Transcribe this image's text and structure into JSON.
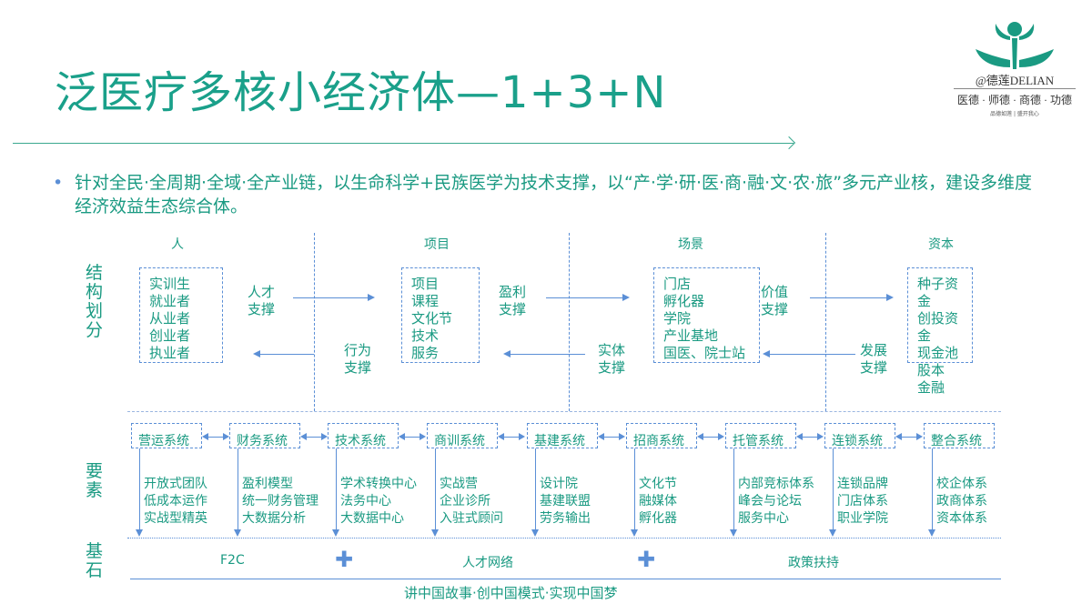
{
  "title": "泛医疗多核小经济体—1+3+N",
  "logo": {
    "brand": "@德莲DELIAN",
    "motto": "医德 · 师德 · 商德 · 功德",
    "sub": "品德如莲 | 盛开我心"
  },
  "bullet": "针对全民·全周期·全域·全产业链，以生命科学+民族医学为技术支撑，以“产·学·研·医·商·融·文·农·旅”多元产业核，建设多维度经济效益生态综合体。",
  "side_labels": {
    "structure": "结构划分",
    "elements": "要素",
    "foundation": "基石"
  },
  "columns": [
    {
      "header": "人",
      "items": [
        "实训生",
        "就业者",
        "从业者",
        "创业者",
        "执业者"
      ]
    },
    {
      "header": "项目",
      "items": [
        "项目",
        "课程",
        "文化节",
        "技术",
        "服务"
      ]
    },
    {
      "header": "场景",
      "items": [
        "门店",
        "孵化器",
        "学院",
        "产业基地",
        "国医、院士站"
      ]
    },
    {
      "header": "资本",
      "items": [
        "种子资金",
        "创投资金",
        "现金池",
        "股本",
        "金融"
      ]
    }
  ],
  "flows": {
    "forward": [
      "人才支撑",
      "盈利支撑",
      "价值支撑"
    ],
    "backward": [
      "行为支撑",
      "实体支撑",
      "发展支撑"
    ]
  },
  "systems": [
    {
      "name": "营运系统",
      "items": [
        "开放式团队",
        "低成本运作",
        "实战型精英"
      ]
    },
    {
      "name": "财务系统",
      "items": [
        "盈利模型",
        "统一财务管理",
        "大数据分析"
      ]
    },
    {
      "name": "技术系统",
      "items": [
        "学术转换中心",
        "法务中心",
        "大数据中心"
      ]
    },
    {
      "name": "商训系统",
      "items": [
        "实战营",
        "企业诊所",
        "入驻式顾问"
      ]
    },
    {
      "name": "基建系统",
      "items": [
        "设计院",
        "基建联盟",
        "劳务输出"
      ]
    },
    {
      "name": "招商系统",
      "items": [
        "文化节",
        "融媒体",
        "孵化器"
      ]
    },
    {
      "name": "托管系统",
      "items": [
        "内部竞标体系",
        "峰会与论坛",
        "服务中心"
      ]
    },
    {
      "name": "连锁系统",
      "items": [
        "连锁品牌",
        "门店体系",
        "职业学院"
      ]
    },
    {
      "name": "整合系统",
      "items": [
        "校企体系",
        "政商体系",
        "资本体系"
      ]
    }
  ],
  "foundation": [
    "F2C",
    "人才网络",
    "政策扶持"
  ],
  "slogan": "讲中国故事·创中国模式·实现中国梦"
}
